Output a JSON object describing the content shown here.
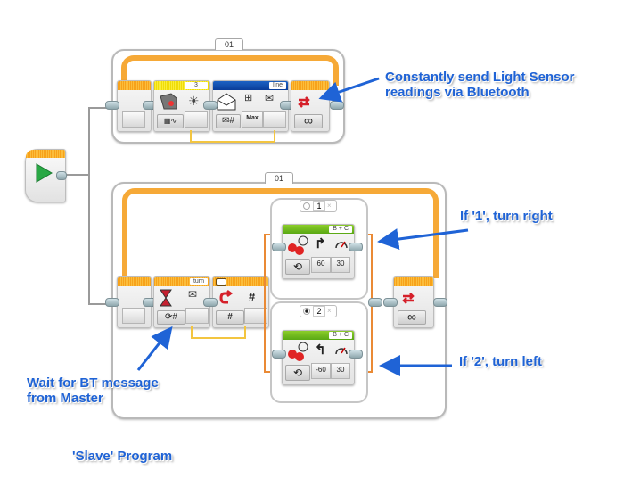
{
  "program": {
    "title": "'Slave' Program",
    "start_block": {
      "icon": "play-icon"
    },
    "top_loop": {
      "label": "01",
      "blocks": {
        "loop_start": {},
        "light_sensor": {
          "header_value": "3",
          "icon": "light-sensor-icon",
          "mode_icon": "ambient-light-icon",
          "sub_mode": "compare-graph-icon"
        },
        "messaging": {
          "header_value": "line",
          "icon": "envelope-send-icon",
          "mode": "send-number",
          "mode_glyph": "✉#",
          "param_label": "Max"
        },
        "loop_end": {
          "icon": "loop-repeat-icon",
          "mode_glyph": "∞"
        }
      }
    },
    "bottom_loop": {
      "label": "01",
      "blocks": {
        "loop_start": {},
        "wait_message": {
          "header_value": "turn",
          "icon": "hourglass-icon",
          "mode_glyph": "⟳#"
        },
        "switch": {
          "icon": "switch-icon",
          "mode_glyph": "#",
          "output_glyph": "#",
          "cases": [
            {
              "value": "1",
              "default": false,
              "motor": {
                "ports": "B + C",
                "steering": "60",
                "power": "30",
                "mode_icon": "rotate-icon",
                "direction": "turn-right-icon"
              }
            },
            {
              "value": "2",
              "default": true,
              "motor": {
                "ports": "B + C",
                "steering": "-60",
                "power": "30",
                "mode_icon": "rotate-icon",
                "direction": "turn-left-icon"
              }
            }
          ]
        },
        "loop_end": {
          "icon": "loop-repeat-icon",
          "mode_glyph": "∞"
        }
      }
    }
  },
  "annotations": {
    "top_right": [
      "Constantly send Light Sensor",
      "readings via Bluetooth"
    ],
    "case1": "If '1', turn right",
    "case2": "If '2', turn left",
    "wait": [
      "Wait for BT message",
      "from Master"
    ]
  },
  "colors": {
    "loop_orange": "#f6a937",
    "sensor_yellow": "#f0dc08",
    "comm_blue": "#0a3d99",
    "motor_green": "#6bb81c",
    "callout_blue": "#1f63d6"
  }
}
